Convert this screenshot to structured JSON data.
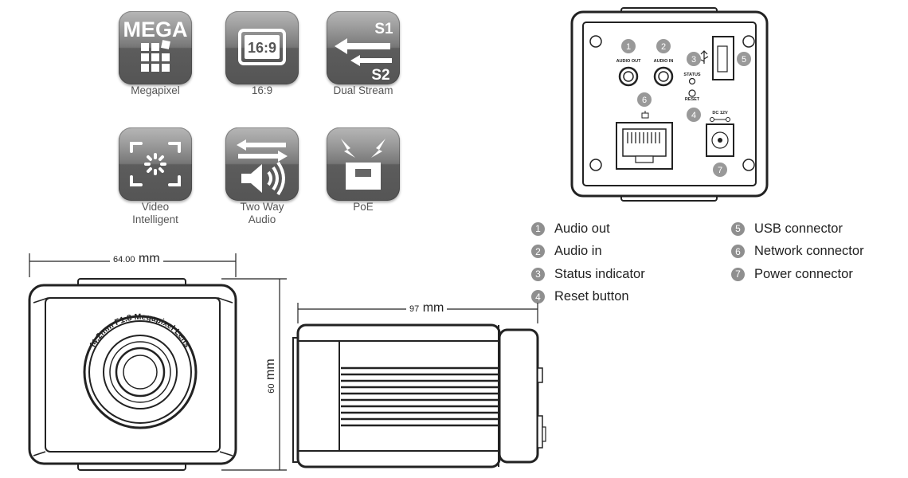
{
  "features": [
    {
      "icon": "megapixel-icon",
      "icon_text": "MEGA",
      "label_lines": [
        "Megapixel"
      ]
    },
    {
      "icon": "aspect-ratio-icon",
      "icon_text": "16:9",
      "label_lines": [
        "16:9"
      ]
    },
    {
      "icon": "dual-stream-icon",
      "icon_text": [
        "S1",
        "S2"
      ],
      "label_lines": [
        "Dual Stream"
      ]
    },
    {
      "icon": "video-intelligent-icon",
      "label_lines": [
        "Video",
        "Intelligent"
      ]
    },
    {
      "icon": "two-way-audio-icon",
      "label_lines": [
        "Two Way",
        "Audio"
      ]
    },
    {
      "icon": "poe-icon",
      "label_lines": [
        "PoE"
      ]
    }
  ],
  "rear_panel": {
    "callouts": [
      "1",
      "2",
      "3",
      "4",
      "5",
      "6",
      "7"
    ],
    "port_labels": {
      "audio_out": "AUDIO OUT",
      "audio_in": "AUDIO IN",
      "status": "STATUS",
      "reset": "RESET",
      "dc": "DC 12V"
    }
  },
  "legend": {
    "left": [
      {
        "num": "1",
        "text": "Audio out"
      },
      {
        "num": "2",
        "text": "Audio in"
      },
      {
        "num": "3",
        "text": "Status indicator"
      },
      {
        "num": "4",
        "text": "Reset button"
      }
    ],
    "right": [
      {
        "num": "5",
        "text": "USB connector"
      },
      {
        "num": "6",
        "text": "Network connector"
      },
      {
        "num": "7",
        "text": "Power connector"
      }
    ]
  },
  "front_view": {
    "width_value": "64.00",
    "width_unit": "mm",
    "height_value": "60",
    "height_unit": "mm",
    "lens_text": "f4.2mm F1.8 Megapixel Lens"
  },
  "side_view": {
    "length_value": "97",
    "length_unit": "mm"
  }
}
